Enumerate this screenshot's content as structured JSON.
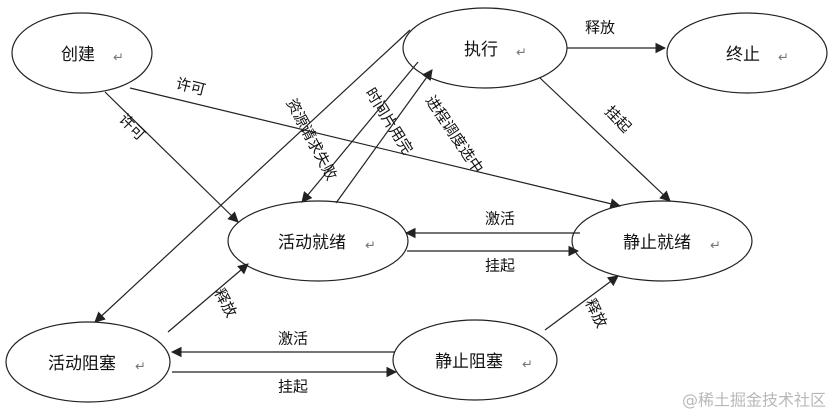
{
  "nodes": {
    "create": "创建",
    "execute": "执行",
    "terminate": "终止",
    "active_ready": "活动就绪",
    "static_ready": "静止就绪",
    "active_blocked": "活动阻塞",
    "static_blocked": "静止阻塞"
  },
  "edges": {
    "release_top": "释放",
    "permit_1": "许可",
    "permit_2": "许可",
    "resource_fail": "资源请求失败",
    "time_slice": "时间片用完",
    "process_dispatch": "进程调度选中",
    "suspend_right": "挂起",
    "activate_mid": "激活",
    "suspend_mid": "挂起",
    "release_left": "释放",
    "activate_bottom": "激活",
    "suspend_bottom": "挂起",
    "release_right": "释放"
  },
  "para_mark": "↵",
  "watermark": "@稀土掘金技术社区"
}
